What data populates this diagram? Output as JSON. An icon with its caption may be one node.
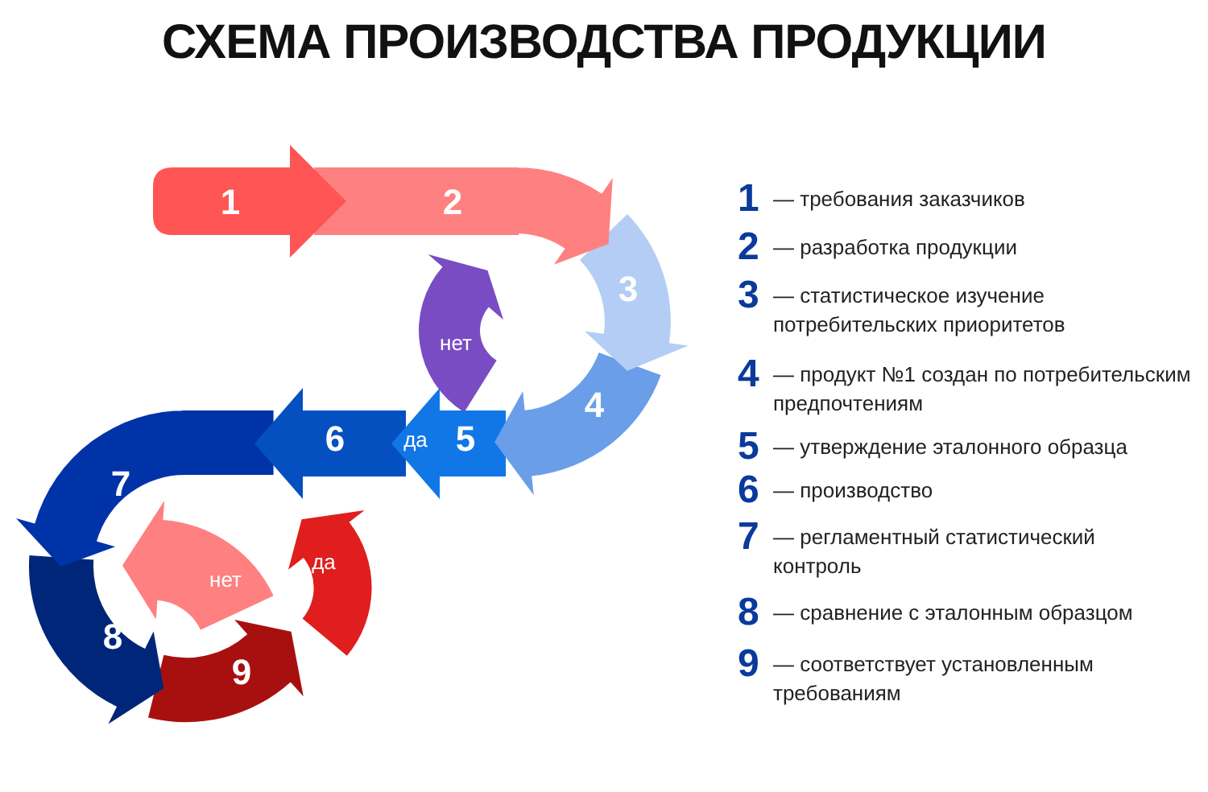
{
  "diagram": {
    "title": "СХЕМА ПРОИЗВОДСТВА ПРОДУКЦИИ",
    "nodes": [
      {
        "text": [
          "1"
        ]
      },
      {
        "text": [
          "2"
        ]
      },
      {
        "text": [
          "3"
        ]
      },
      {
        "text": [
          "4"
        ]
      },
      {
        "text": [
          "да",
          "5"
        ]
      },
      {
        "text": [
          "6"
        ]
      },
      {
        "text": [
          "7"
        ]
      },
      {
        "text": [
          "8"
        ]
      },
      {
        "text": [
          "9"
        ]
      },
      {
        "text": [
          "нет"
        ]
      },
      {
        "text": [
          "нет"
        ]
      },
      {
        "text": [
          "да"
        ]
      }
    ],
    "labels": [
      "1",
      "— требования заказчиков",
      "2",
      "— разработка продукции",
      "3",
      "— статистическое изучение потребительских приоритетов",
      "4",
      "— продукт №1 создан по потребительским предпочтениям",
      "5",
      "— утверждение эталонного образца",
      "6",
      "— производство",
      "7",
      "— регламентный статистический контроль",
      "8",
      "— сравнение с эталонным образцом",
      "9",
      "— соответствует установленным требованиям"
    ]
  }
}
